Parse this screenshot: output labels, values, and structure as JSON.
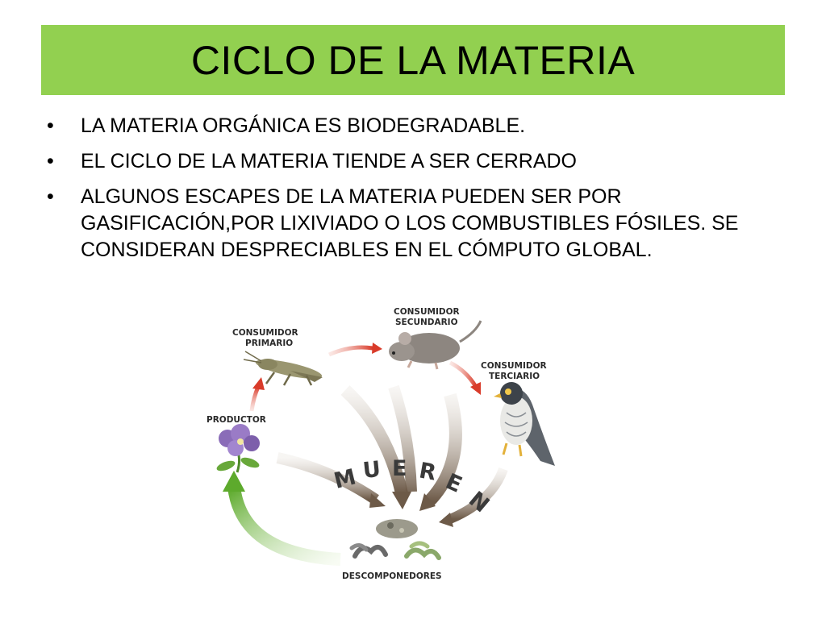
{
  "slide": {
    "title": "CICLO DE LA MATERIA",
    "title_bg_color": "#92d050",
    "bullets": [
      "LA MATERIA ORGÁNICA ES BIODEGRADABLE.",
      "EL CICLO DE LA MATERIA TIENDE A SER CERRADO",
      "ALGUNOS ESCAPES DE LA MATERIA PUEDEN SER POR GASIFICACIÓN,POR LIXIVIADO O LOS COMBUSTIBLES FÓSILES. SE CONSIDERAN  DESPRECIABLES EN EL CÓMPUTO GLOBAL."
    ]
  },
  "diagram": {
    "consumidor_primario_1": "CONSUMIDOR",
    "consumidor_primario_2": "PRIMARIO",
    "consumidor_secundario_1": "CONSUMIDOR",
    "consumidor_secundario_2": "SECUNDARIO",
    "consumidor_terciario_1": "CONSUMIDOR",
    "consumidor_terciario_2": "TERCIARIO",
    "productor": "PRODUCTOR",
    "descomponedores": "DESCOMPONEDORES",
    "mueren_letters": [
      "M",
      "U",
      "E",
      "R",
      "E",
      "N"
    ],
    "icons": [
      "grasshopper-icon",
      "mouse-icon",
      "falcon-icon",
      "flower-icon",
      "decomposers-icon"
    ]
  }
}
